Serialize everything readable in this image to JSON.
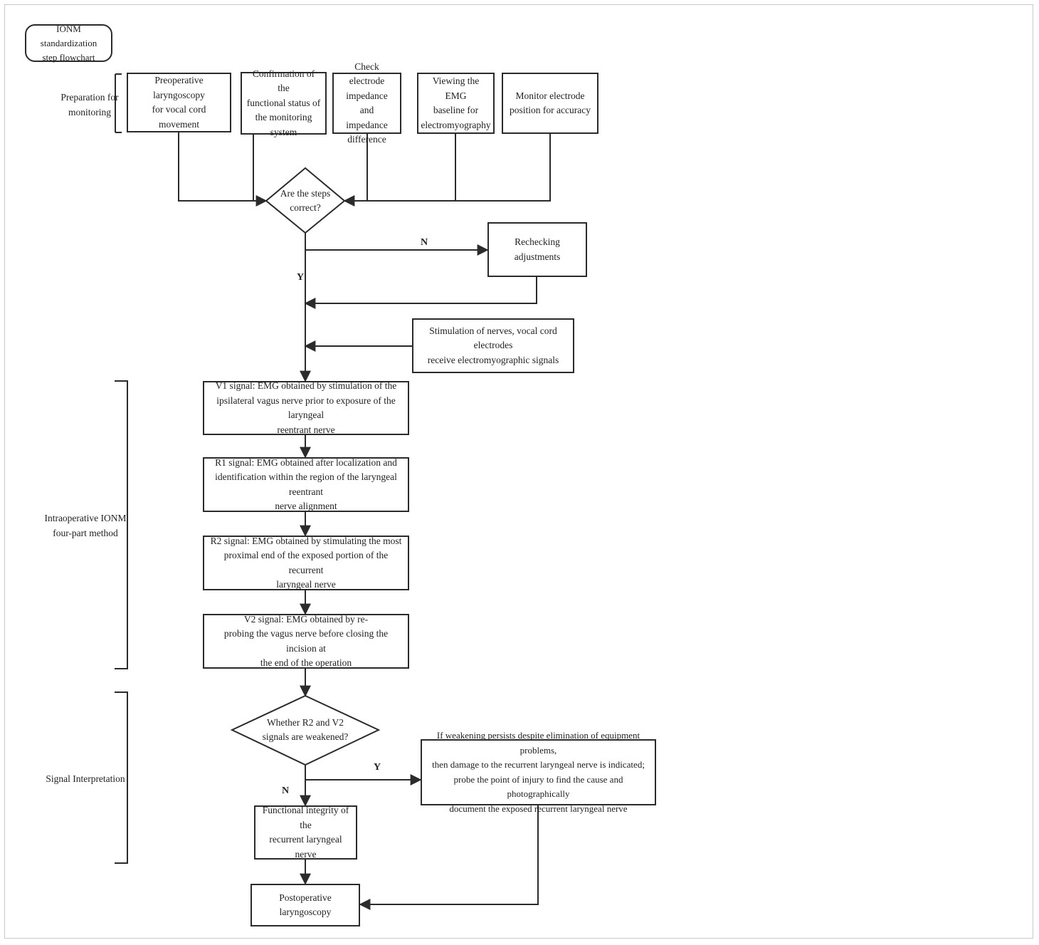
{
  "title": "IONM standardization\nstep flowchart",
  "sections": {
    "preparation": "Preparation for\nmonitoring",
    "intraoperative": "Intraoperative IONM\nfour-part method",
    "interpretation": "Signal Interpretation"
  },
  "prep_steps": {
    "laryngoscopy": "Preoperative laryngoscopy\nfor vocal cord movement",
    "confirmation": "Confirmation of the\nfunctional status of\nthe monitoring\nsystem",
    "impedance": "Check electrode\nimpedance and\nimpedance\ndifference",
    "emg_baseline": "Viewing the EMG\nbaseline for\nelectromyography",
    "electrode_position": "Monitor electrode\nposition for accuracy"
  },
  "decisions": {
    "steps_correct": "Are the steps\ncorrect?",
    "weakened": "Whether R2 and V2\nsignals are weakened?"
  },
  "nodes": {
    "rechecking": "Rechecking adjustments",
    "stimulation": "Stimulation of nerves, vocal cord electrodes\nreceive electromyographic signals",
    "v1": "V1 signal: EMG obtained by stimulation of the\nipsilateral vagus nerve prior to exposure of the laryngeal\nreentrant nerve",
    "r1": "R1 signal: EMG obtained after localization and\nidentification within the region of the laryngeal reentrant\nnerve alignment",
    "r2": "R2 signal: EMG obtained by stimulating the most\nproximal end of the exposed portion of the recurrent\nlaryngeal nerve",
    "v2": "V2 signal: EMG obtained by re-\nprobing the vagus nerve before closing the incision at\nthe end of the operation",
    "integrity": "Functional integrity of the\nrecurrent laryngeal nerve",
    "damage": "If weakening persists despite elimination of equipment problems,\nthen damage to the recurrent laryngeal nerve is indicated;\nprobe the point of injury to find the cause and photographically\ndocument the exposed recurrent laryngeal nerve",
    "postop": "Postoperative laryngoscopy"
  },
  "edge_labels": {
    "n1": "N",
    "y1": "Y",
    "y2": "Y",
    "n2": "N"
  }
}
